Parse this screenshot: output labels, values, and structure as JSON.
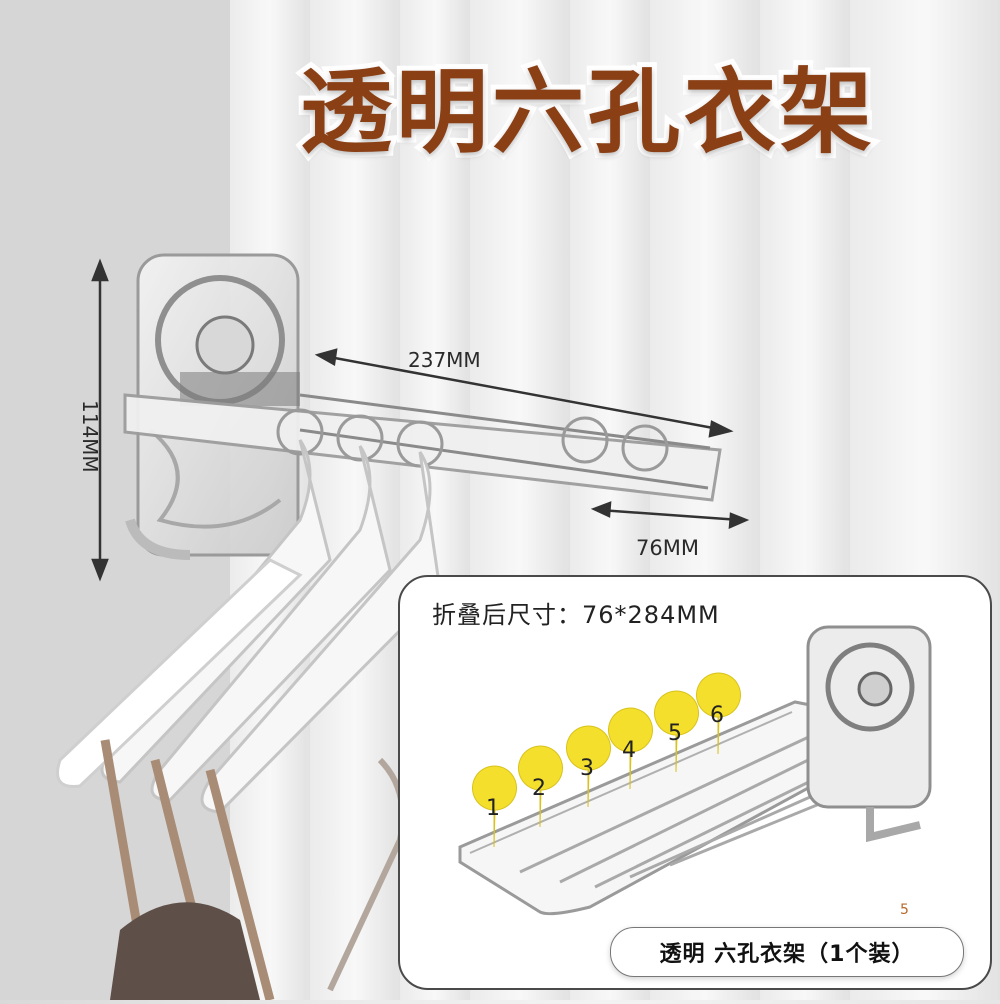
{
  "headline": "透明六孔衣架",
  "dimensions": {
    "width": "237MM",
    "height": "114MM",
    "depth": "76MM"
  },
  "inset": {
    "heading": "折叠后尺寸：76*284MM",
    "pins": [
      "1",
      "2",
      "3",
      "4",
      "5",
      "6"
    ],
    "page_number": "5",
    "caption": "透明 六孔衣架（1个装）"
  },
  "colors": {
    "headline": "#8a3f15",
    "pin": "#f4e02c",
    "page_number": "#b56a2a"
  }
}
